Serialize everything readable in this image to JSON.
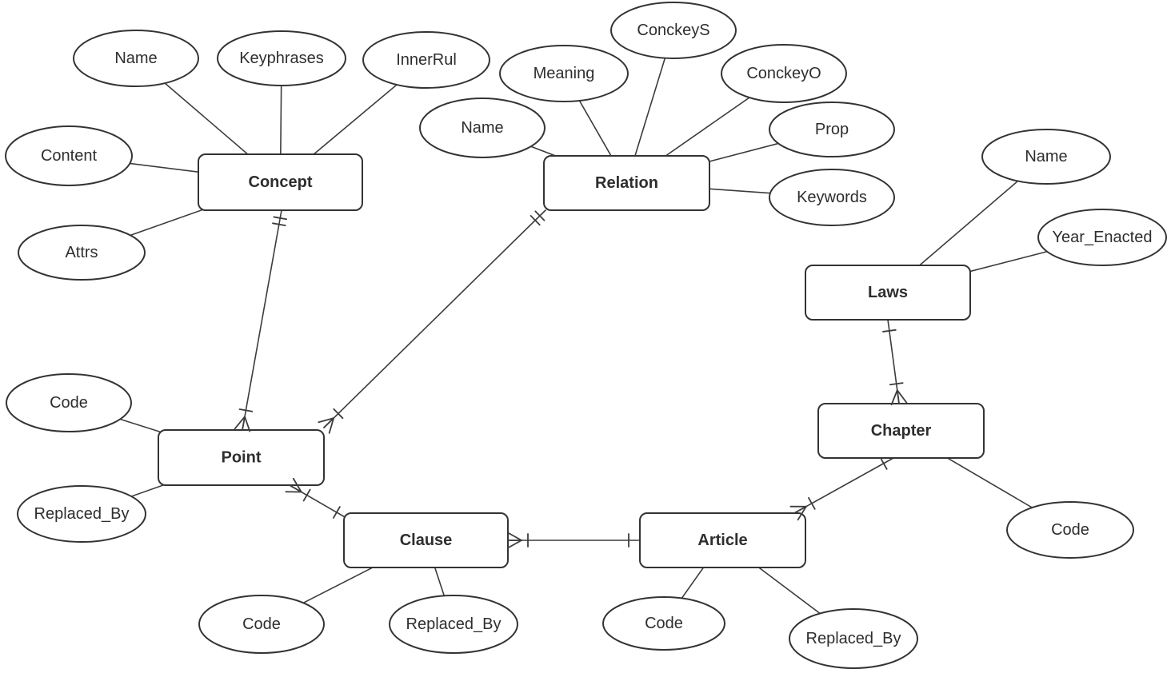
{
  "diagram": {
    "type": "entity-relationship",
    "notation": "crows-foot",
    "entities": [
      {
        "id": "concept",
        "label": "Concept",
        "attributes": [
          {
            "id": "concept-name",
            "label": "Name"
          },
          {
            "id": "concept-keyphrases",
            "label": "Keyphrases"
          },
          {
            "id": "concept-innerrul",
            "label": "InnerRul"
          },
          {
            "id": "concept-content",
            "label": "Content"
          },
          {
            "id": "concept-attrs",
            "label": "Attrs"
          }
        ]
      },
      {
        "id": "relation",
        "label": "Relation",
        "attributes": [
          {
            "id": "relation-name",
            "label": "Name"
          },
          {
            "id": "relation-meaning",
            "label": "Meaning"
          },
          {
            "id": "relation-conckeys",
            "label": "ConckeyS"
          },
          {
            "id": "relation-conckeyo",
            "label": "ConckeyO"
          },
          {
            "id": "relation-prop",
            "label": "Prop"
          },
          {
            "id": "relation-keywords",
            "label": "Keywords"
          }
        ]
      },
      {
        "id": "laws",
        "label": "Laws",
        "attributes": [
          {
            "id": "laws-name",
            "label": "Name"
          },
          {
            "id": "laws-year-enacted",
            "label": "Year_Enacted"
          }
        ]
      },
      {
        "id": "point",
        "label": "Point",
        "attributes": [
          {
            "id": "point-code",
            "label": "Code"
          },
          {
            "id": "point-replaced-by",
            "label": "Replaced_By"
          }
        ]
      },
      {
        "id": "chapter",
        "label": "Chapter",
        "attributes": [
          {
            "id": "chapter-code",
            "label": "Code"
          }
        ]
      },
      {
        "id": "clause",
        "label": "Clause",
        "attributes": [
          {
            "id": "clause-code",
            "label": "Code"
          },
          {
            "id": "clause-replaced-by",
            "label": "Replaced_By"
          }
        ]
      },
      {
        "id": "article",
        "label": "Article",
        "attributes": [
          {
            "id": "article-code",
            "label": "Code"
          },
          {
            "id": "article-replaced-by",
            "label": "Replaced_By"
          }
        ]
      }
    ],
    "relationships": [
      {
        "from": "concept",
        "to": "point",
        "from_cardinality": "one and only one",
        "to_cardinality": "one or many"
      },
      {
        "from": "point",
        "to": "relation",
        "from_cardinality": "one or many",
        "to_cardinality": "one and only one"
      },
      {
        "from": "point",
        "to": "clause",
        "from_cardinality": "one or many",
        "to_cardinality": "one"
      },
      {
        "from": "clause",
        "to": "article",
        "from_cardinality": "one or many",
        "to_cardinality": "one"
      },
      {
        "from": "chapter",
        "to": "article",
        "from_cardinality": "one",
        "to_cardinality": "one or many"
      },
      {
        "from": "laws",
        "to": "chapter",
        "from_cardinality": "one",
        "to_cardinality": "one or many"
      }
    ],
    "colors": {
      "background": "#ffffff",
      "shape_fill": "#ffffff",
      "shape_stroke": "#333333",
      "line": "#3c3c3c",
      "text": "#2e2e2e"
    }
  }
}
